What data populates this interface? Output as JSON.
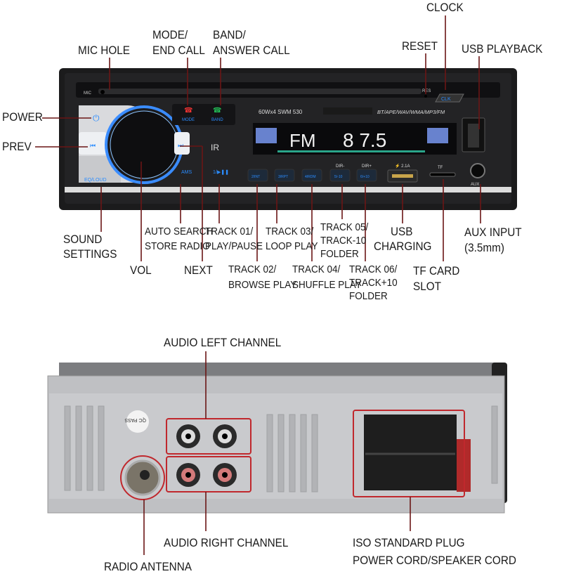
{
  "front_labels": {
    "clock": "CLOCK",
    "mode_1": "MODE/",
    "mode_2": "END CALL",
    "band_1": "BAND/",
    "band_2": "ANSWER CALL",
    "mic_hole": "MIC HOLE",
    "reset": "RESET",
    "usb_playback": "USB PLAYBACK",
    "power": "POWER",
    "prev": "PREV",
    "sound_1": "SOUND",
    "sound_2": "SETTINGS",
    "auto_1": "AUTO SEARCH",
    "auto_2": "STORE RADIO",
    "t01_1": "TRACK 01/",
    "t01_2": "PLAY/PAUSE",
    "t03_1": "TRACK 03/",
    "t03_2": "LOOP PLAY",
    "t05_1": "TRACK 05/",
    "t05_2": "TRACK-10",
    "t05_3": "FOLDER",
    "usbc_1": "USB",
    "usbc_2": "CHARGING",
    "aux_1": "AUX INPUT",
    "aux_2": "(3.5mm)",
    "vol": "VOL",
    "next": "NEXT",
    "t02_1": "TRACK 02/",
    "t02_2": "BROWSE PLAY",
    "t04_1": "TRACK 04/",
    "t04_2": "SHUFFLE PLAY",
    "t06_1": "TRACK 06/",
    "t06_2": "TRACK+10",
    "t06_3": "FOLDER",
    "tf_1": "TF CARD",
    "tf_2": "SLOT"
  },
  "panel": {
    "mic": "MIC",
    "res": "RES",
    "clk": "CLK",
    "mode": "MODE",
    "band": "BAND",
    "eq": "EQ/LOUD",
    "ams": "AMS",
    "play": "1/▶❚❚",
    "spec": "60Wx4   SWM  530",
    "formats": "BT/APE/WAV/WMA/MP3/FM",
    "display_band": "FM",
    "display_freq": "8 7.5",
    "buttons": [
      "2/INT",
      "3/RPT",
      "4/RDM",
      "5/-10",
      "6/+10"
    ],
    "dir_minus": "DIR-",
    "dir_plus": "DIR+",
    "usb_rating": "⚡ 2.1A",
    "tf": "TF",
    "aux": "AUX",
    "ir": "IR"
  },
  "back_labels": {
    "left_channel": "AUDIO LEFT CHANNEL",
    "right_channel": "AUDIO RIGHT CHANNEL",
    "antenna": "RADIO ANTENNA",
    "iso_1": "ISO STANDARD PLUG",
    "iso_2": "POWER CORD/SPEAKER CORD",
    "sticker": "QC PASS"
  },
  "colors": {
    "accent_blue": "#2a8cff",
    "callout_red": "#c0282d"
  }
}
